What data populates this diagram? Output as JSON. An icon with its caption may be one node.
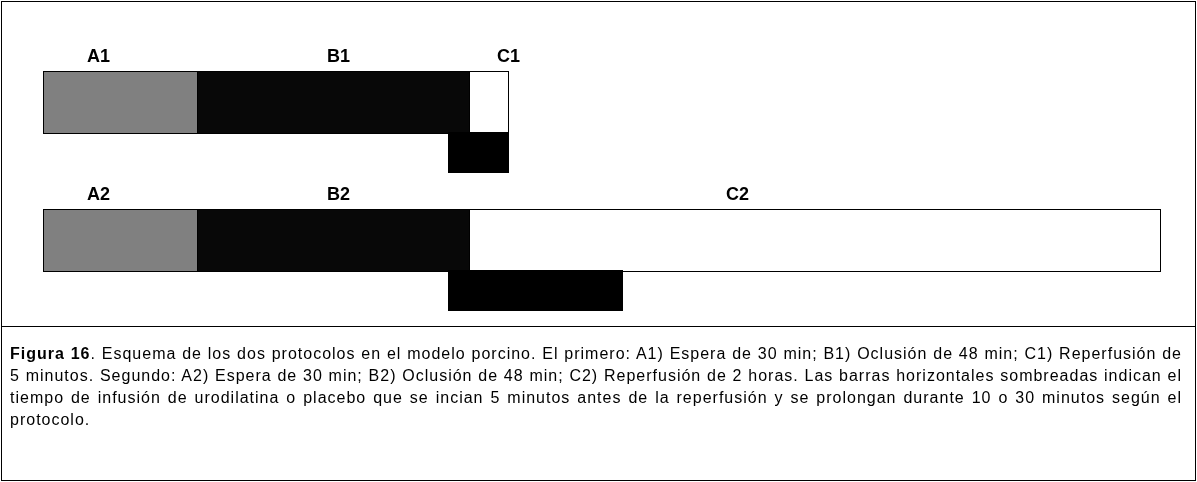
{
  "diagram": {
    "caption": "**Figura 16**. Esquema de los dos protocolos en el modelo porcino. El primero: A1) Espera de 30 min; B1) Oclusión de 48 min; C1) Reperfusión de 5 minutos. Segundo: A2) Espera de 30 min; B2) Oclusión de 48 min; C2) Reperfusión de 2 horas. Las barras horizontales sombreadas indican el tiempo de infusión de urodilatina o placebo que se incian 5 minutos antes de la reperfusión y se prolongan durante 10 o 30 minutos según el protocolo.",
    "nodes": [
      {
        "text": [
          "A1"
        ]
      },
      {
        "text": [
          "B1"
        ]
      },
      {
        "text": [
          "C1"
        ]
      },
      {
        "text": [],
        "shape": "bar"
      },
      {
        "text": [
          "A2"
        ]
      },
      {
        "text": [
          "B2"
        ]
      },
      {
        "text": [
          "C2"
        ]
      },
      {
        "text": [],
        "shape": "bar"
      }
    ]
  }
}
